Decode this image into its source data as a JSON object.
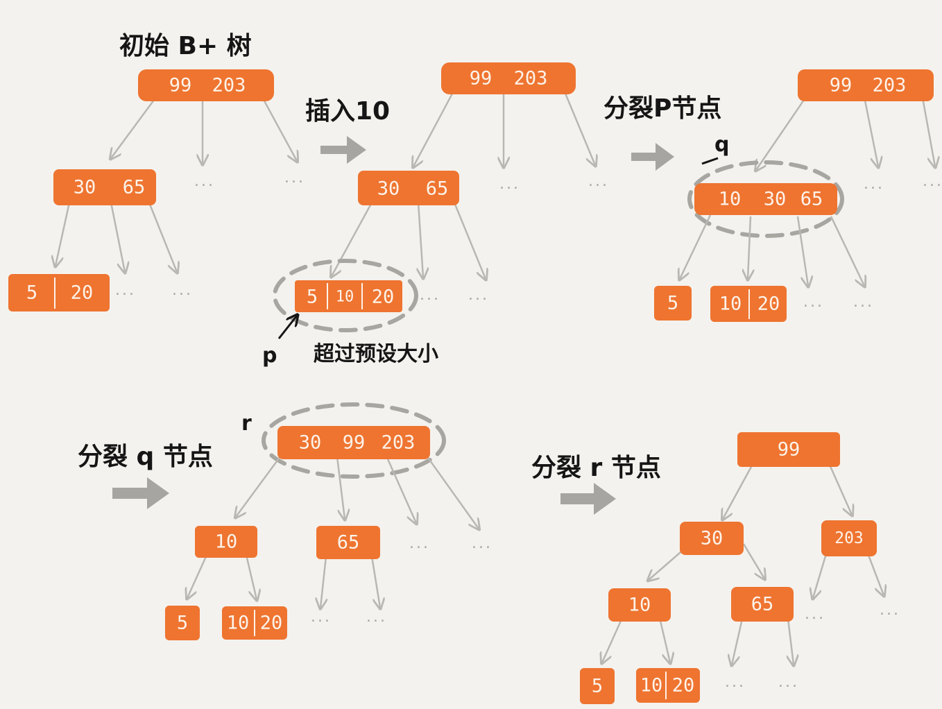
{
  "labels": {
    "initial_tree": "初始 B+ 树",
    "insert_10": "插入10",
    "split_p": "分裂P节点",
    "q_marker": "q",
    "p_marker": "p",
    "exceeds_size": "超过预设大小",
    "split_q": "分裂 q 节点",
    "r_marker": "r",
    "split_r": "分裂 r 节点"
  },
  "ellipsis": "...",
  "stages": {
    "initial": {
      "root": [
        "99",
        "203"
      ],
      "internal": [
        "30",
        "65"
      ],
      "leaf": [
        "5",
        "20"
      ]
    },
    "after_insert": {
      "root": [
        "99",
        "203"
      ],
      "internal": [
        "30",
        "65"
      ],
      "leaf": [
        "5",
        "10",
        "20"
      ]
    },
    "after_split_p": {
      "root": [
        "99",
        "203"
      ],
      "internal": [
        "10",
        "30",
        "65"
      ],
      "leaf_left": [
        "5"
      ],
      "leaf_right": [
        "10",
        "20"
      ]
    },
    "after_split_q": {
      "root": [
        "30",
        "99",
        "203"
      ],
      "internal_left": [
        "10"
      ],
      "internal_right": [
        "65"
      ],
      "leaf_left": [
        "5"
      ],
      "leaf_right": [
        "10",
        "20"
      ]
    },
    "after_split_r": {
      "root": [
        "99"
      ],
      "mid_left": [
        "30"
      ],
      "mid_right": [
        "203"
      ],
      "internal_left": [
        "10"
      ],
      "internal_right": [
        "65"
      ],
      "leaf_left": [
        "5"
      ],
      "leaf_right": [
        "10",
        "20"
      ]
    }
  },
  "colors": {
    "node": "#ee7430",
    "node_text": "#fdf3ea",
    "edge": "#b9b7b2",
    "background": "#f4f2ee",
    "highlight_ring": "#a8a6a1"
  }
}
